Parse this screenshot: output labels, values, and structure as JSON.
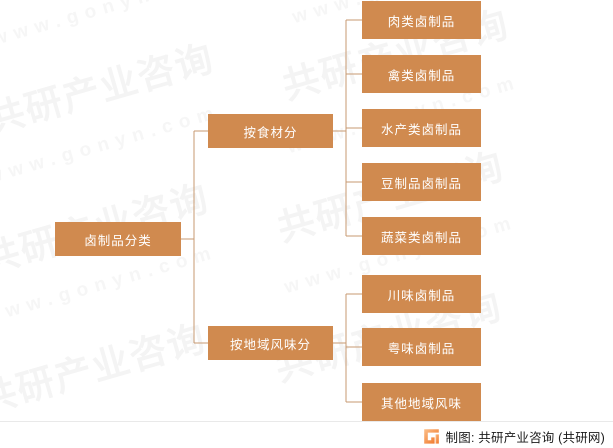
{
  "diagram": {
    "type": "tree",
    "orientation": "left-to-right",
    "root": {
      "label": "卤制品分类"
    },
    "branches": [
      {
        "label": "按食材分",
        "children": [
          {
            "label": "肉类卤制品"
          },
          {
            "label": "禽类卤制品"
          },
          {
            "label": "水产类卤制品"
          },
          {
            "label": "豆制品卤制品"
          },
          {
            "label": "蔬菜类卤制品"
          }
        ]
      },
      {
        "label": "按地域风味分",
        "children": [
          {
            "label": "川味卤制品"
          },
          {
            "label": "粤味卤制品"
          },
          {
            "label": "其他地域风味"
          }
        ]
      }
    ]
  },
  "colors": {
    "node_fill": "#d08a4f",
    "node_text": "#ffffff",
    "connector": "#c79a72",
    "watermark": "#f4f4f4",
    "footer_text": "#1a1a1a",
    "logo_accent": "#f07c2a"
  },
  "watermarks": {
    "cn_text": "共研产业咨询",
    "en_text": "www.gonyn.com"
  },
  "footer": {
    "credit": "制图: 共研产业咨询 (共研网)",
    "logo_name": "gonyn-logo"
  }
}
